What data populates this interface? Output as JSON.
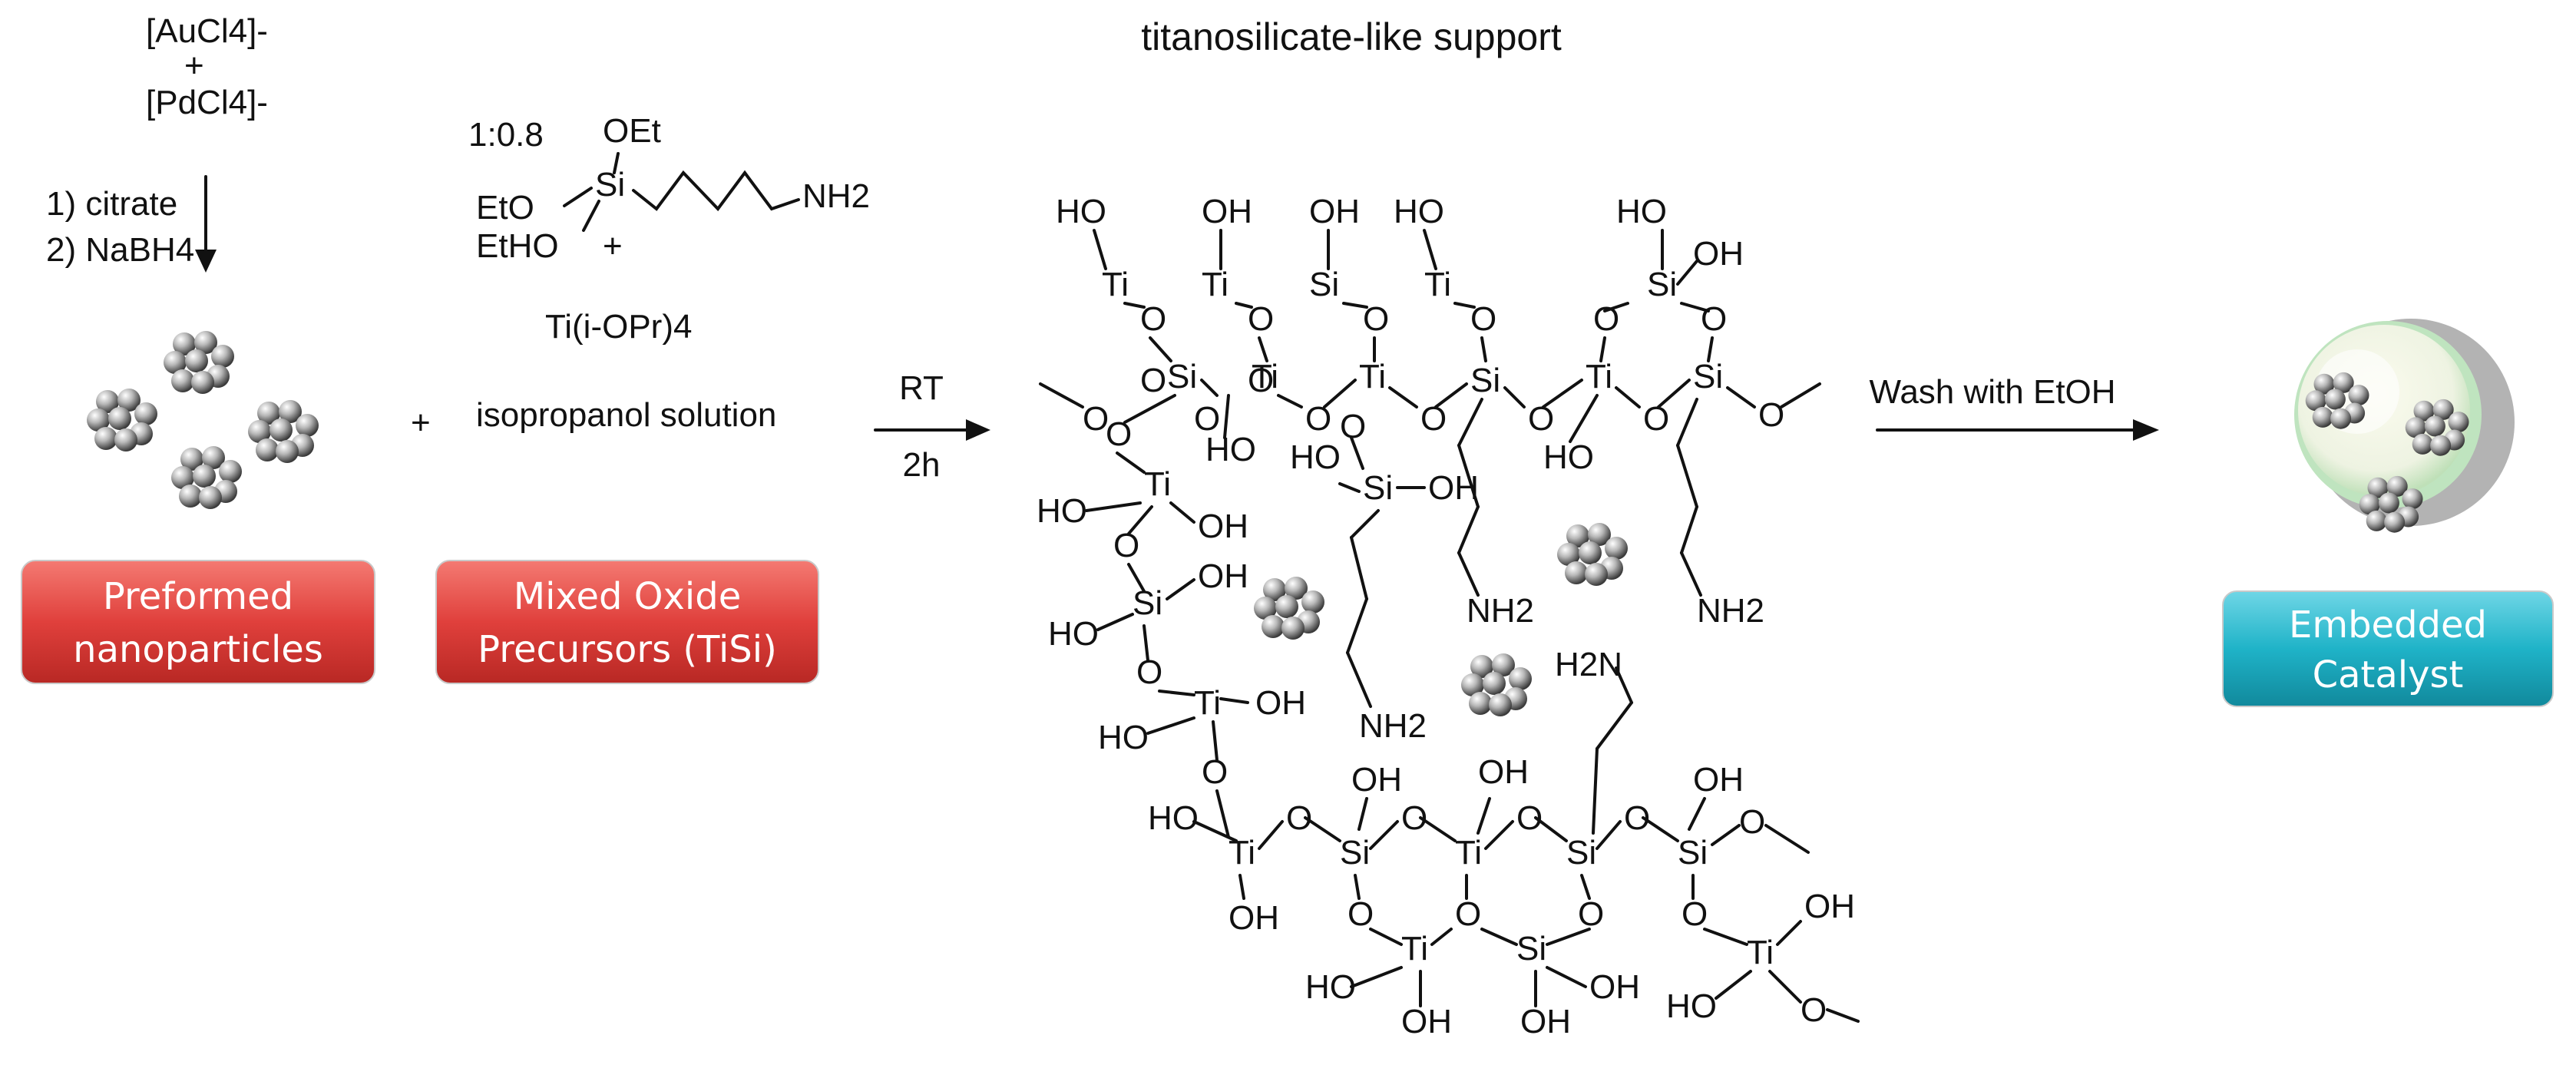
{
  "title": "titanosilicate-like support",
  "precursors": {
    "au": "[AuCl4]-",
    "plus": "+",
    "pd": "[PdCl4]-",
    "step1": "1) citrate",
    "step2": "2) NaBH4"
  },
  "silane": {
    "ratio": "1:0.8",
    "oet": "OEt",
    "si": "Si",
    "eto": "EtO",
    "etho": "EtHO",
    "nh2": "NH2",
    "plus": "+",
    "ti": "Ti(i-OPr)4",
    "solvent": "isopropanol solution"
  },
  "mix_plus": "+",
  "conditions": {
    "temp": "RT",
    "time": "2h",
    "wash": "Wash with EtOH"
  },
  "boxes": {
    "preformed_line1": "Preformed",
    "preformed_line2": "nanoparticles",
    "mixed_line1": "Mixed Oxide",
    "mixed_line2": "Precursors  (TiSi)",
    "embedded_line1": "Embedded",
    "embedded_line2": "Catalyst"
  },
  "colors": {
    "red_box": "#e0403c",
    "teal_box": "#1fb3c8"
  },
  "atoms": [
    "HO",
    "OH",
    "Ti",
    "Si",
    "O",
    "NH2",
    "H2N"
  ]
}
